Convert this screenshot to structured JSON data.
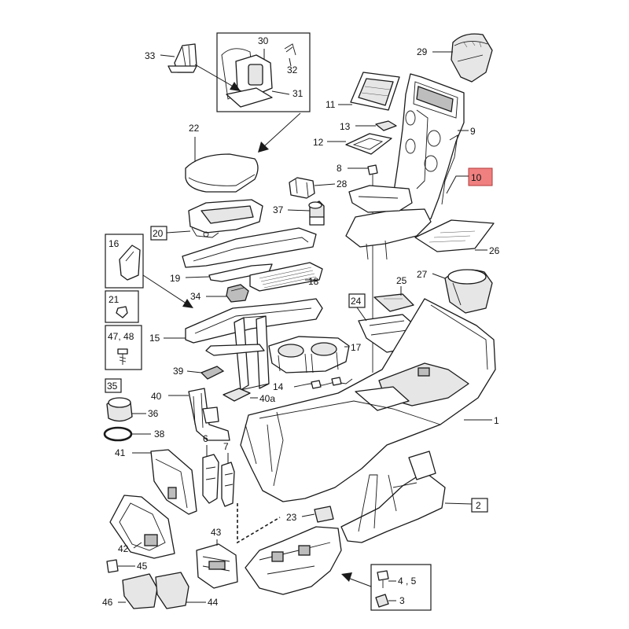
{
  "diagram": {
    "highlight_color": "#f08080",
    "labels": {
      "n1": "1",
      "n2": "2",
      "n3": "3",
      "n4_5": "4 , 5",
      "n6": "6",
      "n7": "7",
      "n8": "8",
      "n9": "9",
      "n10": "10",
      "n11": "11",
      "n12": "12",
      "n13": "13",
      "n14": "14",
      "n15": "15",
      "n16": "16",
      "n17": "17",
      "n18": "18",
      "n19": "19",
      "n20": "20",
      "n21": "21",
      "n22": "22",
      "n23": "23",
      "n24": "24",
      "n25": "25",
      "n26": "26",
      "n27": "27",
      "n28": "28",
      "n29": "29",
      "n30": "30",
      "n31": "31",
      "n32": "32",
      "n33": "33",
      "n34": "34",
      "n35": "35",
      "n36": "36",
      "n37": "37",
      "n38": "38",
      "n39": "39",
      "n40": "40",
      "n40a": "40a",
      "n41": "41",
      "n42": "42",
      "n43": "43",
      "n44": "44",
      "n45": "45",
      "n46": "46",
      "n47_48": "47, 48"
    }
  }
}
